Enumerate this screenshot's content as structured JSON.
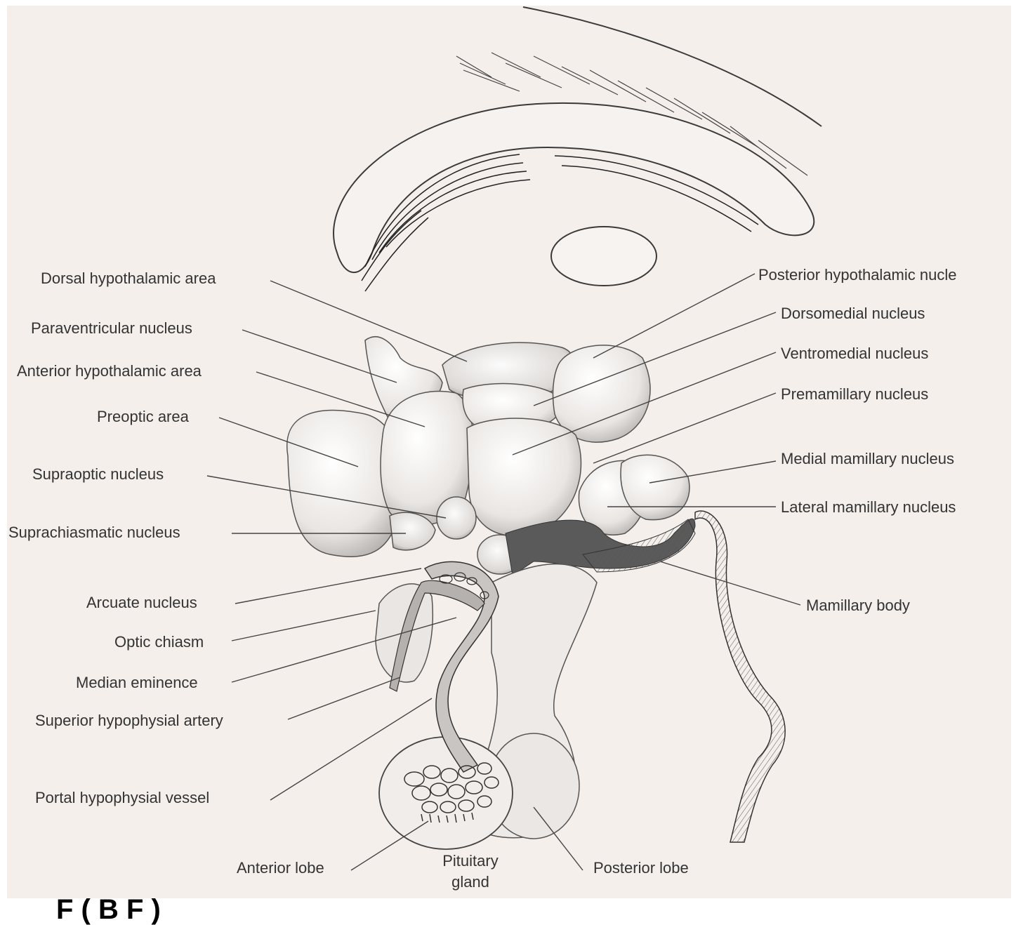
{
  "labels": {
    "dorsal_hypothalamic_area": "Dorsal hypothalamic area",
    "paraventricular_nucleus": "Paraventricular nucleus",
    "anterior_hypothalamic_area": "Anterior hypothalamic area",
    "preoptic_area": "Preoptic area",
    "supraoptic_nucleus": "Supraoptic nucleus",
    "suprachiasmatic_nucleus": "Suprachiasmatic nucleus",
    "arcuate_nucleus": "Arcuate nucleus",
    "optic_chiasm": "Optic chiasm",
    "median_eminence": "Median eminence",
    "superior_hypophysial_artery": "Superior hypophysial artery",
    "portal_hypophysial_vessel": "Portal hypophysial vessel",
    "anterior_lobe": "Anterior lobe",
    "pituitary_gland": "Pituitary gland",
    "posterior_lobe": "Posterior lobe",
    "posterior_hypothalamic_nucleus": "Posterior hypothalamic nucle",
    "dorsomedial_nucleus": "Dorsomedial nucleus",
    "ventromedial_nucleus": "Ventromedial nucleus",
    "premamillary_nucleus": "Premamillary nucleus",
    "medial_mamillary_nucleus": "Medial mamillary nucleus",
    "lateral_mamillary_nucleus": "Lateral mamillary nucleus",
    "mamillary_body": "Mamillary body"
  },
  "caption": "F         (  B   F )",
  "colors": {
    "paper": "#f4efeb",
    "line": "#3a3a3a",
    "shade": "#8a8a8a",
    "dark_fill": "#4a4a4a"
  }
}
